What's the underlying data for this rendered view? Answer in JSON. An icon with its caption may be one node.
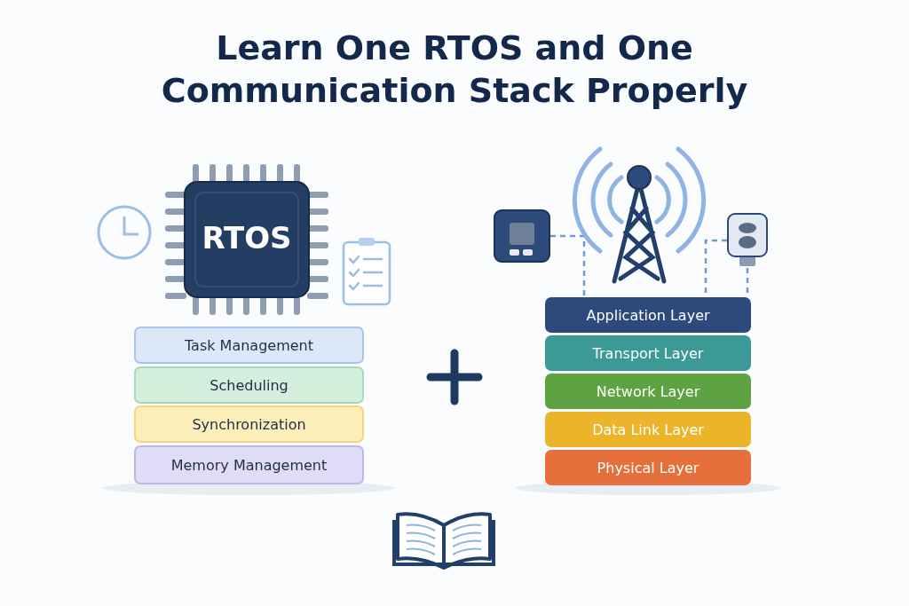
{
  "diagram": {
    "title": "Learn One RTOS and One Communication Stack Properly",
    "nodes": [
      {
        "text": [
          "RTOS"
        ]
      },
      {
        "text": [
          "Task Management"
        ]
      },
      {
        "text": [
          "Scheduling"
        ]
      },
      {
        "text": [
          "Synchronization"
        ]
      },
      {
        "text": [
          "Memory Management"
        ]
      },
      {
        "text": [
          "Application Layer"
        ]
      },
      {
        "text": [
          "Transport Layer"
        ]
      },
      {
        "text": [
          "Network Layer"
        ]
      },
      {
        "text": [
          "Data Link Layer"
        ]
      },
      {
        "text": [
          "Physical Layer"
        ]
      },
      {
        "text": [],
        "shape": "box"
      },
      {
        "text": [],
        "shape": "box"
      }
    ],
    "edges": [
      {
        "from": 10,
        "to": 5,
        "arrow": "none",
        "style": "dashed"
      },
      {
        "from": 11,
        "to": 5,
        "arrow": "none",
        "style": "dashed"
      },
      {
        "from": 11,
        "to": 5,
        "arrow": "none",
        "style": "dashed"
      }
    ]
  }
}
